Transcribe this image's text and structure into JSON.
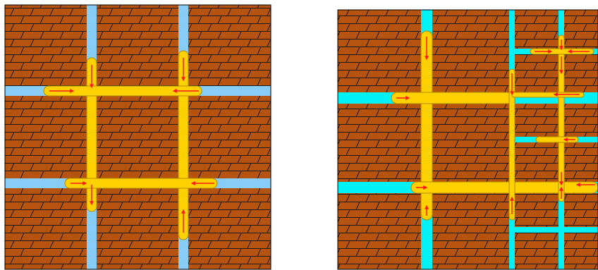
{
  "colors": {
    "brick": "#b5530f",
    "mortar": "#1a1a1a",
    "channel_left": "#87cdf7",
    "channel_right": "#00f2f7",
    "flow": "#ffd100",
    "flow_edge": "#b08a00",
    "arrow": "#ff1a1a",
    "border": "#000000"
  },
  "icons": {
    "arrow": "red-arrow-icon"
  },
  "panels": [
    {
      "id": "left",
      "channel_color_key": "channel_left"
    },
    {
      "id": "right",
      "channel_color_key": "channel_right"
    }
  ]
}
